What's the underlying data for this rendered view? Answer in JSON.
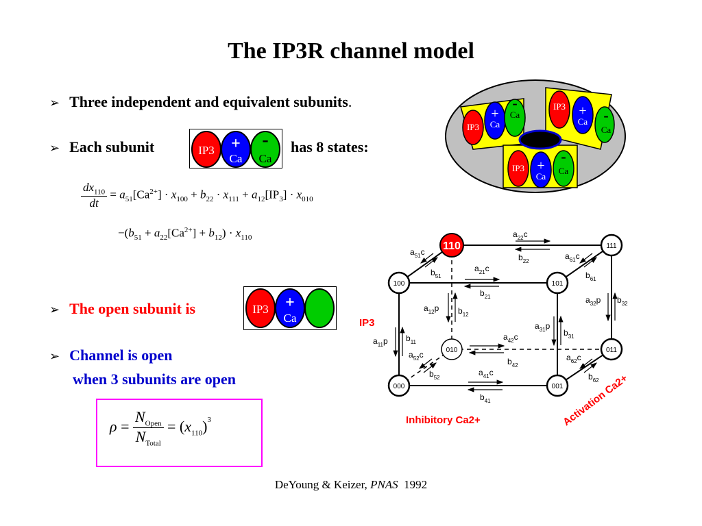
{
  "title": "The IP3R channel model",
  "bullets": {
    "b1": "Three independent and equivalent subunits",
    "b1_period": ".",
    "b2_pre": "Each subunit",
    "b2_post": "has 8 states:",
    "b3": "The open subunit is",
    "b4_line1": "Channel is open",
    "b4_line2": "when 3 subunits are open"
  },
  "subunit": {
    "ip3": "IP3",
    "plus": "+",
    "ca_pos": "Ca",
    "minus": "-",
    "ca_neg": "Ca"
  },
  "equation": {
    "line1": {
      "dx": "dx",
      "dx_sub": "110",
      "dt": "dt",
      "eq": "=",
      "a51": "a",
      "a51_sub": "51",
      "ca": "[Ca",
      "ca_sup": "2+",
      "ca_close": "]",
      "dot": "·",
      "x100": "x",
      "x100_sub": "100",
      "plus": "+",
      "b22": "b",
      "b22_sub": "22",
      "x111": "x",
      "x111_sub": "111",
      "a12": "a",
      "a12_sub": "12",
      "ip3": "[IP",
      "ip3_sub": "3",
      "ip3_close": "]",
      "x010": "x",
      "x010_sub": "010"
    },
    "line2": {
      "minus": "−",
      "open": "(",
      "b51": "b",
      "b51_sub": "51",
      "a22": "a",
      "a22_sub": "22",
      "ca": "[Ca",
      "ca_sup": "2+",
      "ca_close": "]",
      "b12": "b",
      "b12_sub": "12",
      "close": ")",
      "x110": "x",
      "x110_sub": "110"
    }
  },
  "rho": {
    "rho": "ρ",
    "eq": "=",
    "n_open": "N",
    "open_sub": "Open",
    "n_total": "N",
    "total_sub": "Total",
    "x": "x",
    "x_sub": "110",
    "exp": "3",
    "lparen": "(",
    "rparen": ")"
  },
  "cube": {
    "nodes": {
      "n110": "110",
      "n111": "111",
      "n100": "100",
      "n101": "101",
      "n010": "010",
      "n011": "011",
      "n000": "000",
      "n001": "001"
    },
    "rates": [
      {
        "id": "a22c",
        "base": "a",
        "sub": "22",
        "tail": "c"
      },
      {
        "id": "b22",
        "base": "b",
        "sub": "22",
        "tail": ""
      },
      {
        "id": "a51c",
        "base": "a",
        "sub": "51",
        "tail": "c"
      },
      {
        "id": "b51",
        "base": "b",
        "sub": "51",
        "tail": ""
      },
      {
        "id": "a61c",
        "base": "a",
        "sub": "61",
        "tail": "c"
      },
      {
        "id": "b61",
        "base": "b",
        "sub": "61",
        "tail": ""
      },
      {
        "id": "a21c",
        "base": "a",
        "sub": "21",
        "tail": "c"
      },
      {
        "id": "b21",
        "base": "b",
        "sub": "21",
        "tail": ""
      },
      {
        "id": "a12p",
        "base": "a",
        "sub": "12",
        "tail": "p"
      },
      {
        "id": "b12",
        "base": "b",
        "sub": "12",
        "tail": ""
      },
      {
        "id": "a32p",
        "base": "a",
        "sub": "32",
        "tail": "p"
      },
      {
        "id": "b32",
        "base": "b",
        "sub": "32",
        "tail": ""
      },
      {
        "id": "a31p",
        "base": "a",
        "sub": "31",
        "tail": "p"
      },
      {
        "id": "b31",
        "base": "b",
        "sub": "31",
        "tail": ""
      },
      {
        "id": "a11p",
        "base": "a",
        "sub": "11",
        "tail": "p"
      },
      {
        "id": "b11",
        "base": "b",
        "sub": "11",
        "tail": ""
      },
      {
        "id": "a42c",
        "base": "a",
        "sub": "42",
        "tail": "c"
      },
      {
        "id": "b42",
        "base": "b",
        "sub": "42",
        "tail": ""
      },
      {
        "id": "a52c",
        "base": "a",
        "sub": "52",
        "tail": "c"
      },
      {
        "id": "b52",
        "base": "b",
        "sub": "52",
        "tail": ""
      },
      {
        "id": "a62c",
        "base": "a",
        "sub": "62",
        "tail": "c"
      },
      {
        "id": "b62",
        "base": "b",
        "sub": "62",
        "tail": ""
      },
      {
        "id": "a41c",
        "base": "a",
        "sub": "41",
        "tail": "c"
      },
      {
        "id": "b41",
        "base": "b",
        "sub": "41",
        "tail": ""
      }
    ],
    "label_ip3": "IP3",
    "label_inhibitory": "Inhibitory Ca2+",
    "label_activation": "Activation Ca2+"
  },
  "citation": {
    "authors": "DeYoung & Keizer, ",
    "journal": "PNAS",
    "year": "1992"
  },
  "colors": {
    "ip3_red": "#ff0000",
    "ca_pos_blue": "#0000ff",
    "ca_neg_green": "#00cc00",
    "inhibitory": "#ff0000",
    "activation": "#ff0000",
    "open_state": "#ff0000",
    "rho_border": "#ff00ff"
  }
}
